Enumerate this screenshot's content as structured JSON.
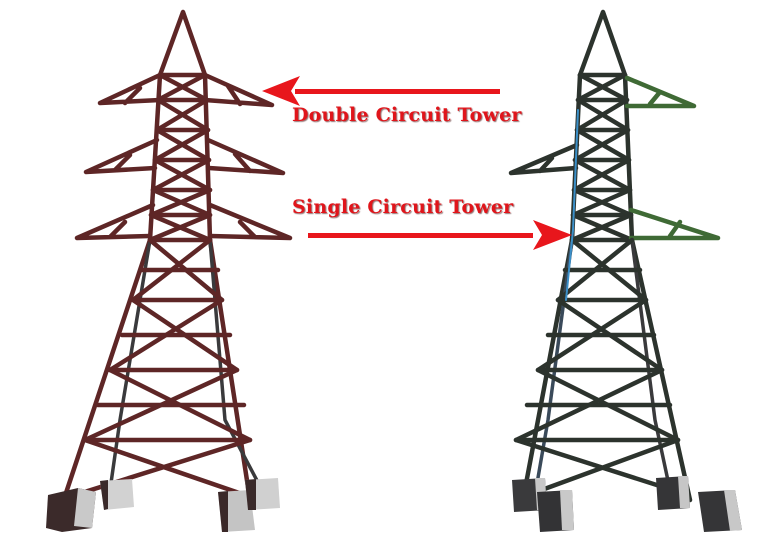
{
  "labels": {
    "double_circuit": "Double Circuit Tower",
    "single_circuit": "Single Circuit Tower"
  },
  "towers": [
    {
      "name": "double-circuit-tower",
      "crossarms": 3,
      "arms_per_level": 2,
      "color_primary": "#6b2a2a",
      "color_secondary": "#2e2e30"
    },
    {
      "name": "single-circuit-tower",
      "crossarms": 3,
      "arms_per_level": 1,
      "color_primary": "#2f3a30",
      "color_secondary": "#4a7a3a"
    }
  ],
  "colors": {
    "label": "#e0151b",
    "arrow": "#e8161c",
    "background": "#ffffff",
    "footing_light": "#c8c8c8",
    "footing_dark": "#3a3a3c"
  }
}
